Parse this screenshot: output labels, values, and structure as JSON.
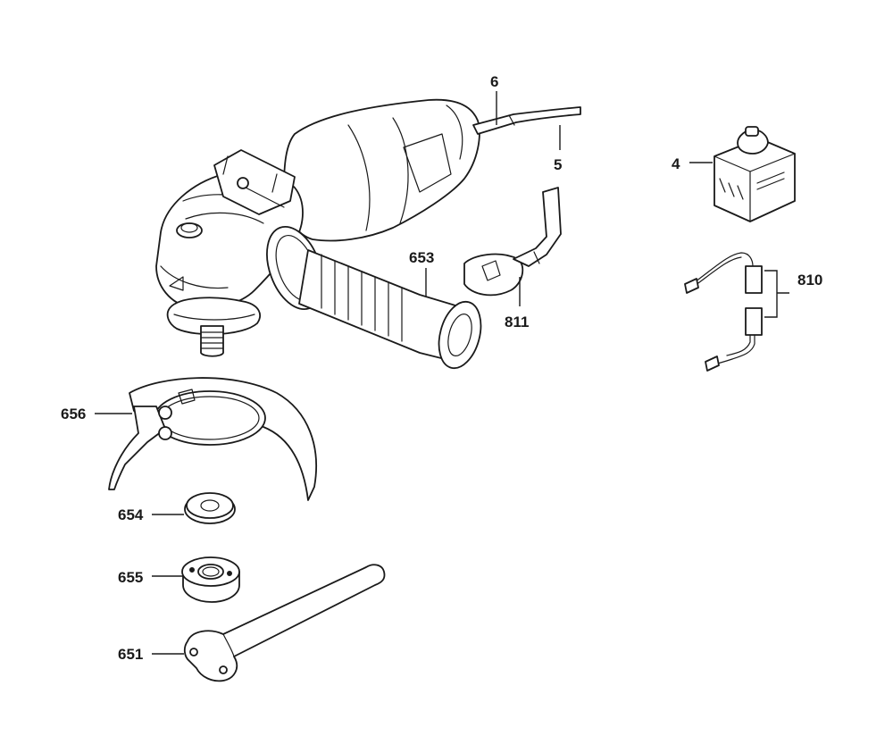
{
  "callouts": {
    "c6": "6",
    "c5": "5",
    "c4": "4",
    "c653": "653",
    "c811": "811",
    "c810": "810",
    "c656": "656",
    "c654": "654",
    "c655": "655",
    "c651": "651"
  }
}
